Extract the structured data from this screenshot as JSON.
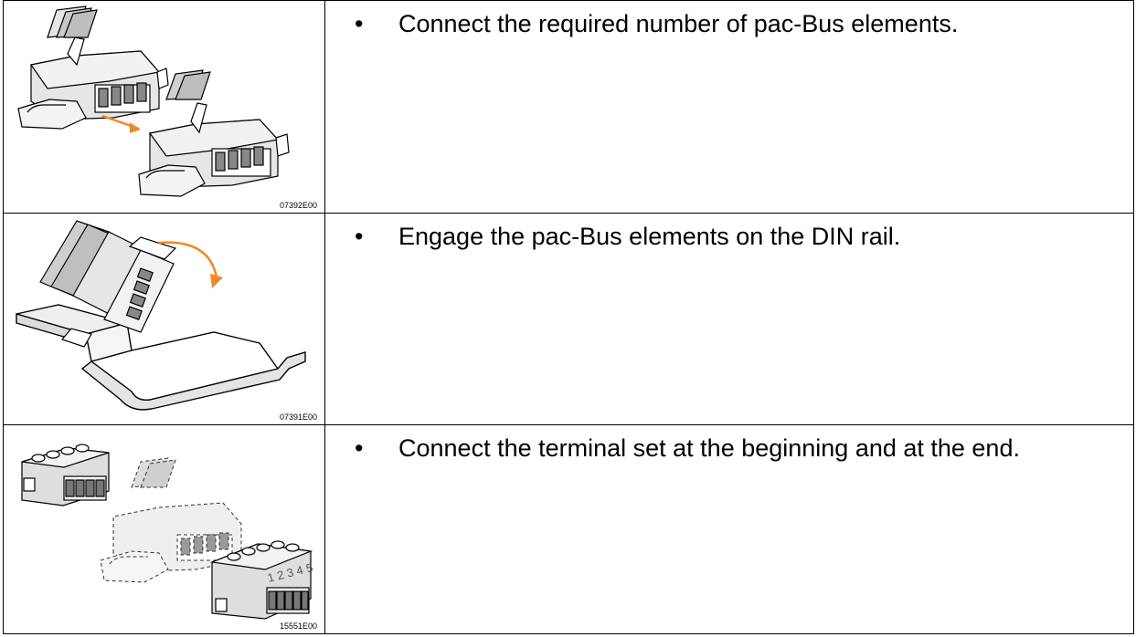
{
  "steps": [
    {
      "bullet": "•",
      "text": "Connect the required number of pac-Bus elements.",
      "figure_code": "07392E00"
    },
    {
      "bullet": "•",
      "text": "Engage the pac-Bus elements on the DIN rail.",
      "figure_code": "07391E00"
    },
    {
      "bullet": "•",
      "text": "Connect the terminal set at the beginning and at the end.",
      "figure_code": "15551E00",
      "terminal_numbers": "1 2 3 4 5"
    }
  ],
  "colors": {
    "arrow": "#f08a24",
    "part_fill": "#d9d9d9",
    "part_dark": "#9a9a9a",
    "line": "#000000"
  }
}
